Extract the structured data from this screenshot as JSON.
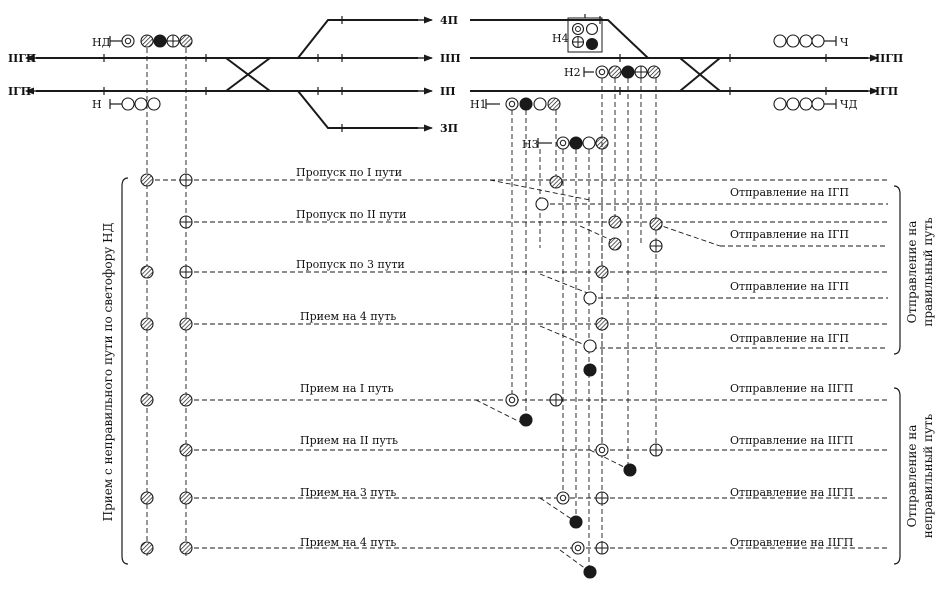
{
  "colors": {
    "ink": "#1a1a1a",
    "paper": "#ffffff"
  },
  "signals": {
    "nd": "НД",
    "n": "Н",
    "ch": "Ч",
    "chd": "ЧД",
    "n1": "Н1",
    "n2": "Н2",
    "n3": "Н3",
    "n4": "Н4"
  },
  "tracks": {
    "left_top": "IIГП",
    "left_bottom": "IГП",
    "right_top": "IIГП",
    "right_bottom": "IГП",
    "p4": "4П",
    "p2": "IIП",
    "p1": "IП",
    "p3": "3П"
  },
  "routes": [
    {
      "name": "Пропуск по I пути",
      "dest": "Отправление на IГП"
    },
    {
      "name": "Пропуск по II пути",
      "dest": "Отправление на IГП"
    },
    {
      "name": "Пропуск по 3 пути",
      "dest": "Отправление на IГП"
    },
    {
      "name": "Прием на 4 путь",
      "dest": "Отправление на IГП"
    },
    {
      "name": "Прием на I путь",
      "dest": "Отправление на IIГП"
    },
    {
      "name": "Прием на II путь",
      "dest": "Отправление на IIГП"
    },
    {
      "name": "Прием на 3 путь",
      "dest": "Отправление на IIГП"
    },
    {
      "name": "Прием на 4 путь",
      "dest": "Отправление на IIГП"
    }
  ],
  "side_labels": {
    "left": "Прием с неправильного пути по светофору НД",
    "right_top_1": "Отправление на",
    "right_top_2": "правильный путь",
    "right_bottom_1": "Отправление на",
    "right_bottom_2": "неправильный путь"
  },
  "icons": {
    "lamp_hatched": "hatched-lamp-icon",
    "lamp_filled": "filled-lamp-icon",
    "lamp_open": "open-lamp-icon",
    "lamp_ring": "ring-lamp-icon",
    "lamp_cross": "cross-lamp-icon",
    "arrow": "arrow-icon"
  }
}
